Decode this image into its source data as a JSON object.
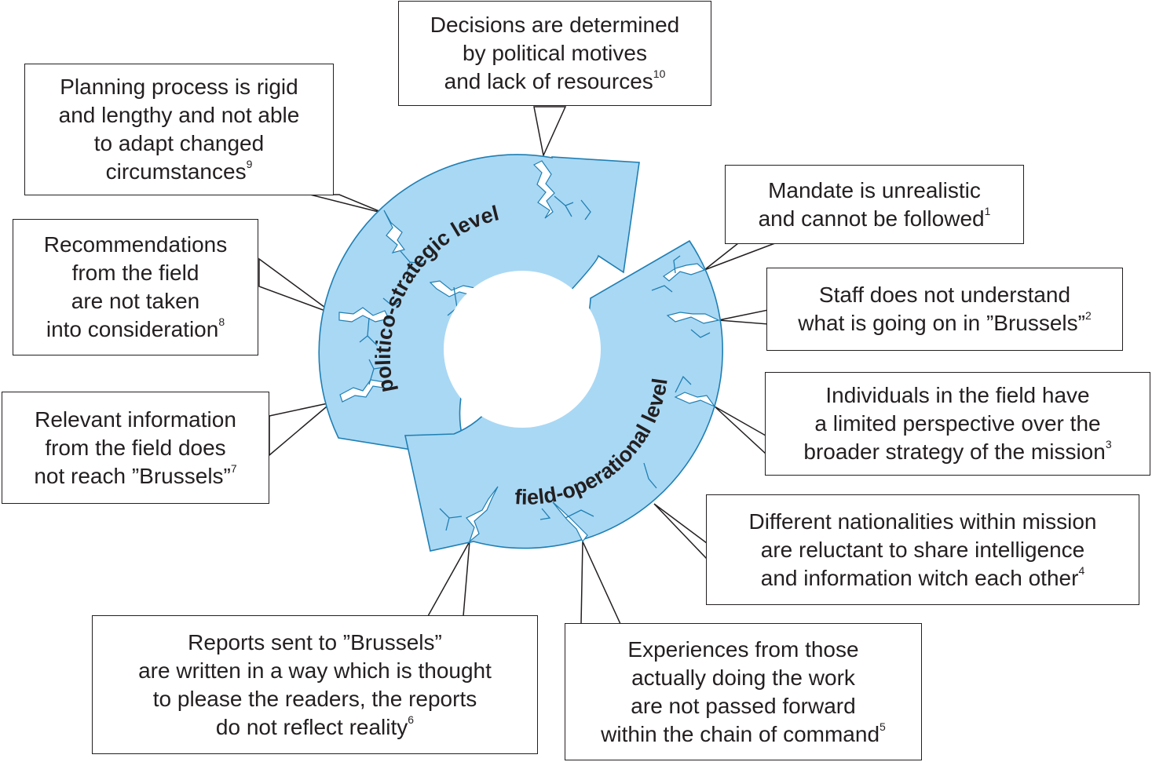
{
  "ring": {
    "upper_label": "politico-strategic level",
    "lower_label": "field-operational level"
  },
  "callouts": {
    "c1": {
      "lines": [
        "Mandate is unrealistic",
        "and cannot be followed"
      ],
      "note": "1"
    },
    "c2": {
      "lines": [
        "Staff does not understand",
        "what is going on in ”Brussels”"
      ],
      "note": "2"
    },
    "c3": {
      "lines": [
        "Individuals in the field have",
        "a limited perspective over the",
        "broader strategy of the mission"
      ],
      "note": "3"
    },
    "c4": {
      "lines": [
        "Different nationalities within mission",
        "are reluctant to share intelligence",
        "and information witch each other"
      ],
      "note": "4"
    },
    "c5": {
      "lines": [
        "Experiences from those",
        "actually doing the work",
        "are not passed forward",
        "within the chain of command"
      ],
      "note": "5"
    },
    "c6": {
      "lines": [
        "Reports sent to ”Brussels”",
        "are written in a way which is thought",
        "to please the readers, the reports",
        "do not reflect reality"
      ],
      "note": "6"
    },
    "c7": {
      "lines": [
        "Relevant information",
        "from the field does",
        "not reach ”Brussels”"
      ],
      "note": "7"
    },
    "c8": {
      "lines": [
        "Recommendations",
        "from the field",
        "are not taken",
        "into consideration"
      ],
      "note": "8"
    },
    "c9": {
      "lines": [
        "Planning process is rigid",
        "and lengthy and not able",
        "to adapt changed",
        "circumstances"
      ],
      "note": "9"
    },
    "c10": {
      "lines": [
        "Decisions are determined",
        "by political motives",
        "and lack of resources"
      ],
      "note": "10"
    }
  }
}
